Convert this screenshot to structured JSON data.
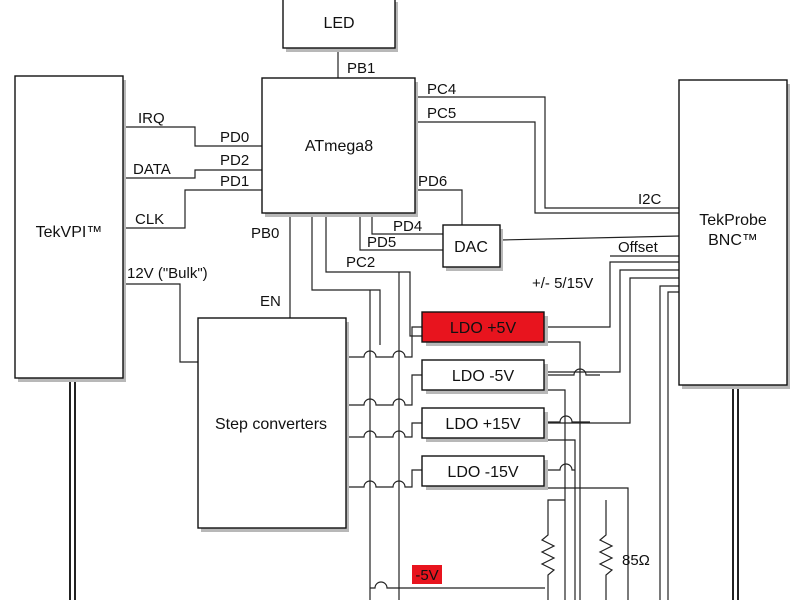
{
  "blocks": {
    "led": "LED",
    "atmega": "ATmega8",
    "tekvpi": "TekVPI™",
    "tekprobe_line1": "TekProbe",
    "tekprobe_line2": "BNC™",
    "dac": "DAC",
    "step": "Step converters",
    "ldo_p5": "LDO +5V",
    "ldo_m5": "LDO -5V",
    "ldo_p15": "LDO +15V",
    "ldo_m15": "LDO -15V"
  },
  "signals": {
    "pb1": "PB1",
    "pc4": "PC4",
    "pc5": "PC5",
    "irq": "IRQ",
    "pd0": "PD0",
    "data": "DATA",
    "pd2": "PD2",
    "pd1": "PD1",
    "pd6": "PD6",
    "i2c": "I2C",
    "clk": "CLK",
    "pb0": "PB0",
    "pd4": "PD4",
    "pd5": "PD5",
    "offset": "Offset",
    "pc2": "PC2",
    "bulk": "12V (\"Bulk\")",
    "range": "+/- 5/15V",
    "en": "EN",
    "r85": "85Ω",
    "m5": "-5V"
  },
  "colors": {
    "highlight": "#e8141e",
    "shadow": "#b8b8b8",
    "line": "#222222"
  }
}
